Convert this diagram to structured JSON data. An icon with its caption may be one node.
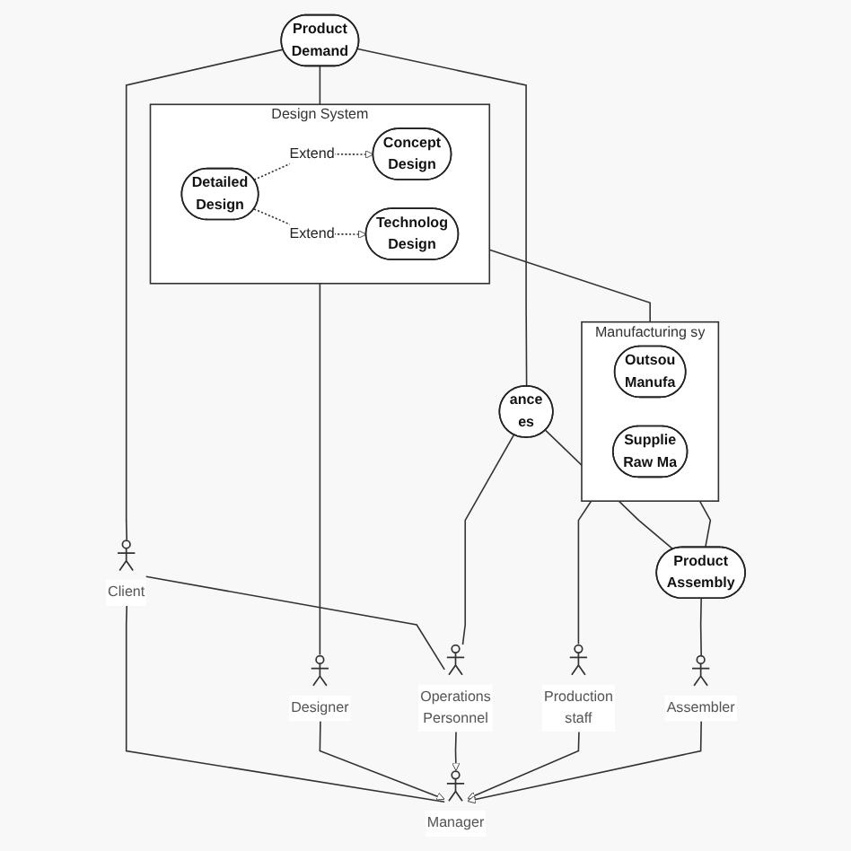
{
  "diagram": {
    "nodes": [
      {
        "text": [
          "Design System"
        ]
      },
      {
        "text": [
          "Detailed Design"
        ],
        "in": 0
      },
      {
        "text": [
          "Concept Design"
        ],
        "in": 0
      },
      {
        "text": [
          "Technolog Design"
        ],
        "in": 0
      },
      {
        "text": [
          "Product Demand"
        ]
      },
      {
        "text": [
          "Client"
        ]
      },
      {
        "text": [
          "Designer"
        ]
      },
      {
        "text": [
          "Manufacturing sy"
        ]
      },
      {
        "text": [
          "Outsou Manufa"
        ],
        "in": 7
      },
      {
        "text": [
          "Supplie Raw Ma"
        ],
        "in": 7
      },
      {
        "text": [
          "ance es"
        ]
      },
      {
        "text": [
          "Operations Personnel"
        ]
      },
      {
        "text": [
          "Manager"
        ]
      },
      {
        "text": [
          "Production staff"
        ]
      },
      {
        "text": [
          "Assembler"
        ]
      },
      {
        "text": [
          "Product Assembly"
        ]
      }
    ],
    "edges": [
      {
        "from": 4,
        "to": 0,
        "arrow": "none"
      },
      {
        "from": 1,
        "to": 2,
        "arrow": "to",
        "label": "Extend",
        "style": "dashed"
      },
      {
        "from": 1,
        "to": 3,
        "arrow": "to",
        "label": "Extend",
        "style": "dashed"
      },
      {
        "from": 4,
        "to": 10,
        "arrow": "none"
      },
      {
        "from": 4,
        "to": 5,
        "arrow": "none"
      },
      {
        "from": 0,
        "to": 6,
        "arrow": "none"
      },
      {
        "from": 0,
        "to": 7,
        "arrow": "none"
      },
      {
        "from": 5,
        "to": 12,
        "arrow": "none"
      },
      {
        "from": 5,
        "to": 11,
        "arrow": "none"
      },
      {
        "from": 6,
        "to": 12,
        "arrow": "to"
      },
      {
        "from": 10,
        "to": 11,
        "arrow": "none"
      },
      {
        "from": 11,
        "to": 12,
        "arrow": "to"
      },
      {
        "from": 13,
        "to": 12,
        "arrow": "to"
      },
      {
        "from": 7,
        "to": 13,
        "arrow": "none"
      },
      {
        "from": 14,
        "to": 12,
        "arrow": "to"
      },
      {
        "from": 15,
        "to": 14,
        "arrow": "none"
      },
      {
        "from": 10,
        "to": 15,
        "arrow": "none"
      },
      {
        "from": 7,
        "to": 15,
        "arrow": "none"
      }
    ]
  }
}
